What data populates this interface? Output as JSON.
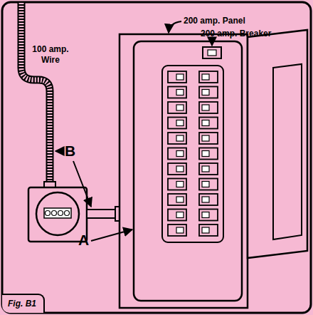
{
  "diagram": {
    "nodes": [
      {
        "text": [
          "Fig. B1"
        ]
      }
    ],
    "labels": [
      "200 amp. Panel",
      "200 amp. Breaker",
      "100 amp. Wire",
      "B",
      "A"
    ]
  }
}
